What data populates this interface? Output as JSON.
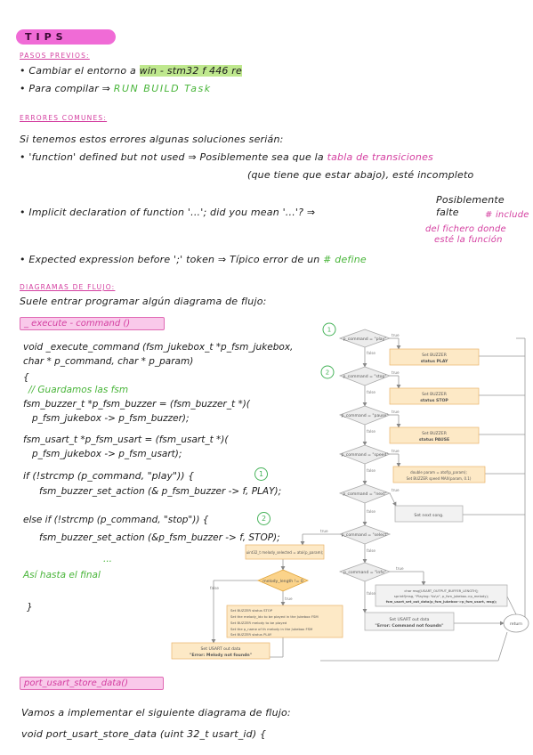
{
  "header": {
    "tips": "TIPS"
  },
  "pasos": {
    "title": "PASOS PREVIOS:",
    "b1_pre": "Cambiar el entorno a ",
    "b1_hl": "win - stm32 f 446 re",
    "b2_pre": "Para compilar ⇒ ",
    "b2_cmd": "RUN BUILD Task"
  },
  "errores": {
    "title": "ERRORES COMUNES:",
    "intro": "Si tenemos estos errores algunas soluciones serián:",
    "e1_a": "'function' defined but not used ⇒ ",
    "e1_b": "Posiblemente sea que la ",
    "e1_c": "tabla de transiciones",
    "e1_d": "(que tiene que estar abajo), esté incompleto",
    "e2_a": "Implicit declaration of function '...'; did you mean '...'? ⇒",
    "e2_b": "Posiblemente falte",
    "e2_c": "# include",
    "e2_d": "del fichero donde",
    "e2_e": "esté la función",
    "e3_a": "Expected expression before ';' token ⇒ Típico error de un ",
    "e3_b": "# define"
  },
  "diagramas": {
    "title": "DIAGRAMAS DE FLUJO:",
    "intro": "Suele entrar programar algún diagrama de flujo:",
    "label": "_ execute - command ()",
    "code": [
      "void _execute_command (fsm_jukebox_t *p_fsm_jukebox,",
      "char * p_command, char * p_param)",
      "{",
      "// Guardamos las fsm",
      "fsm_buzzer_t *p_fsm_buzzer = (fsm_buzzer_t *)(",
      "p_fsm_jukebox -> p_fsm_buzzer);",
      "fsm_usart_t *p_fsm_usart = (fsm_usart_t *)(",
      "p_fsm_jukebox -> p_fsm_usart);",
      "if (!strcmp (p_command, \"play\")) {",
      "fsm_buzzer_set_action (& p_fsm_buzzer -> f, PLAY);",
      "else if (!strcmp (p_command, \"stop\")) {",
      "fsm_buzzer_set_action (&p_fsm_buzzer -> f, STOP);",
      "...",
      "Así hasta el final",
      "}"
    ],
    "n1": "1",
    "n2": "2"
  },
  "flow": {
    "d_play": "p_command = \"play\"",
    "d_stop": "p_command = \"stop\"",
    "d_pause": "p_command = \"pause\"",
    "d_speed": "p_command = \"speed\"",
    "d_next": "p_command = \"next\"",
    "d_select": "p_command = \"select\"",
    "d_info": "p_command = \"info\"",
    "d_len": "melody_length != 0",
    "t": "true",
    "f": "false",
    "b_play1": "Set BUZZER",
    "b_play2": "status PLAY",
    "b_stop1": "Set BUZZER",
    "b_stop2": "status STOP",
    "b_pause1": "Set BUZZER",
    "b_pause2": "status PAUSE",
    "b_speed1": "double param = atof(p_param);",
    "b_speed2": "Set BUZZER speed MAX(param, 0.1)",
    "b_next": "Set next song.",
    "b_select": "uint32_t melody_selected = atoi(p_param);",
    "b_set1": "Set BUZZER status STOP",
    "b_set2": "Set the melody_idx to be played in the Jukebox FSM",
    "b_set3": "Set BUZZER melody to be played",
    "b_set4": "Set the p_name of th melody in the Jukebox FSM",
    "b_set5": "Set BUZZER status PLAY",
    "b_info1": "char msg[USART_OUTPUT_BUFFER_LENGTH];",
    "b_info2": "sprintf(msg, \"Playing: %s\\n\", p_fsm_jukebox->p_melody);",
    "b_info3": "fsm_usart_set_out_data(p_fsm_jukebox->p_fsm_usart, msg);",
    "b_err1": "Set USART out data",
    "b_err2": "\"Error: Command not foundn\"",
    "b_mel1": "Set USART out data",
    "b_mel2": "\"Error: Melody not foundn\"",
    "ret": "return"
  },
  "footer": {
    "label": "port_usart_store_data()",
    "l1": "Vamos a implementar el siguiente diagrama de flujo:",
    "l2": "void port_usart_store_data (uint 32_t usart_id) {"
  }
}
